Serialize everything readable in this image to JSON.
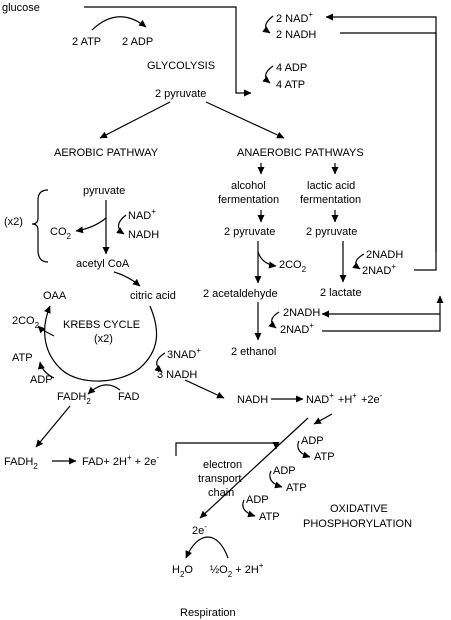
{
  "colors": {
    "ink": "#000000",
    "background": "#ffffff"
  },
  "glycolysis": {
    "glucose": "glucose",
    "atp_in": "2 ATP",
    "adp_out": "2 ADP",
    "title": "GLYCOLYSIS",
    "nad_in": "2 NAD",
    "nadh_out": "2 NADH",
    "adp_in": "4 ADP",
    "atp_out": "4 ATP",
    "pyruvate": "2 pyruvate"
  },
  "aerobic": {
    "title": "AEROBIC PATHWAY",
    "pyruvate": "pyruvate",
    "x2": "(x2)",
    "co2": "CO",
    "nad": "NAD",
    "nadh": "NADH",
    "acetyl_coa": "acetyl CoA",
    "oaa": "OAA",
    "citric": "citric acid",
    "krebs": "KREBS CYCLE",
    "krebs_x2": "(x2)",
    "two_co2": "2CO",
    "atp": "ATP",
    "adp": "ADP",
    "nad3": "3NAD",
    "nadh3": "3 NADH",
    "fadh2": "FADH",
    "fad": "FAD"
  },
  "anaerobic": {
    "title": "ANAEROBIC PATHWAYS",
    "alcohol": [
      "alcohol",
      "fermentation"
    ],
    "lactic": [
      "lactic acid",
      "fermentation"
    ],
    "pyruvate_left": "2 pyruvate",
    "pyruvate_right": "2 pyruvate",
    "co2": "2CO",
    "acetaldehyde": "2 acetaldehyde",
    "lactate": "2 lactate",
    "nadh_right": "2NADH",
    "nad_right": "2NAD",
    "nadh_left": "2NADH",
    "nad_left": "2NAD",
    "ethanol": "2 ethanol"
  },
  "oxidative": {
    "nadh": "NADH",
    "nad_products": "NAD",
    "h_part": "+H",
    "e_part": "+2e",
    "fadh2": "FADH",
    "fad_products": "FAD+ 2H",
    "fad_e": "+ 2e",
    "adp1": "ADP",
    "atp1": "ATP",
    "adp2": "ADP",
    "atp2": "ATP",
    "adp3": "ADP",
    "atp3": "ATP",
    "etc": [
      "electron",
      "transport",
      "chain"
    ],
    "title": [
      "OXIDATIVE",
      "PHOSPHORYLATION"
    ],
    "electrons": "2e",
    "water": "H",
    "water_o": "O",
    "oxygen": "½O",
    "oxygen_h": " + 2H"
  },
  "sup": {
    "plus": "+",
    "minus": "-",
    "two": "2"
  },
  "caption": "Respiration"
}
